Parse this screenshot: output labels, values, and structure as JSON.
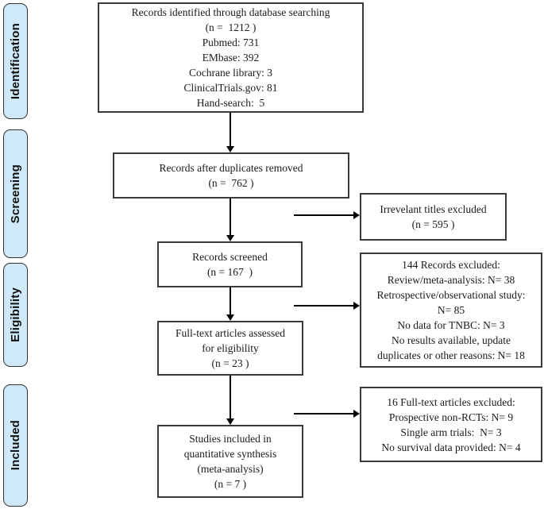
{
  "colors": {
    "stage_fill": "#cfe9f8",
    "stage_border": "#333333",
    "box_border": "#3a3a3a",
    "arrow": "#000000"
  },
  "stages": [
    {
      "label": "Identification"
    },
    {
      "label": "Screening"
    },
    {
      "label": "Eligibility"
    },
    {
      "label": "Included"
    }
  ],
  "boxes": {
    "identified": {
      "lines": [
        "Records identified through database searching",
        "(n =  1212 )",
        "Pubmed: 731",
        "EMbase: 392",
        "Cochrane library: 3",
        "ClinicalTrials.gov: 81",
        "Hand-search:  5"
      ]
    },
    "duplicates_removed": {
      "lines": [
        "Records after duplicates removed",
        "(n =  762 )"
      ]
    },
    "irrelevant_excluded": {
      "lines": [
        "Irrevelant titles excluded",
        "(n = 595 )"
      ]
    },
    "screened": {
      "lines": [
        "Records screened",
        "(n = 167  )"
      ]
    },
    "records_excluded": {
      "lines": [
        "144 Records excluded:",
        "Review/meta-analysis: N= 38",
        "Retrospective/observational study:",
        "N= 85",
        "No data for TNBC: N= 3",
        "No results available, update",
        "duplicates or other reasons: N= 18"
      ]
    },
    "fulltext_assessed": {
      "lines": [
        "Full-text articles assessed",
        "for eligibility",
        "(n = 23 )"
      ]
    },
    "fulltext_excluded": {
      "lines": [
        "16 Full-text articles excluded:",
        "Prospective non-RCTs: N= 9",
        "Single arm trials:  N= 3",
        "No survival data provided: N= 4"
      ]
    },
    "included_synthesis": {
      "lines": [
        "Studies included in",
        "quantitative synthesis",
        "(meta-analysis)",
        "(n = 7 )"
      ]
    }
  }
}
